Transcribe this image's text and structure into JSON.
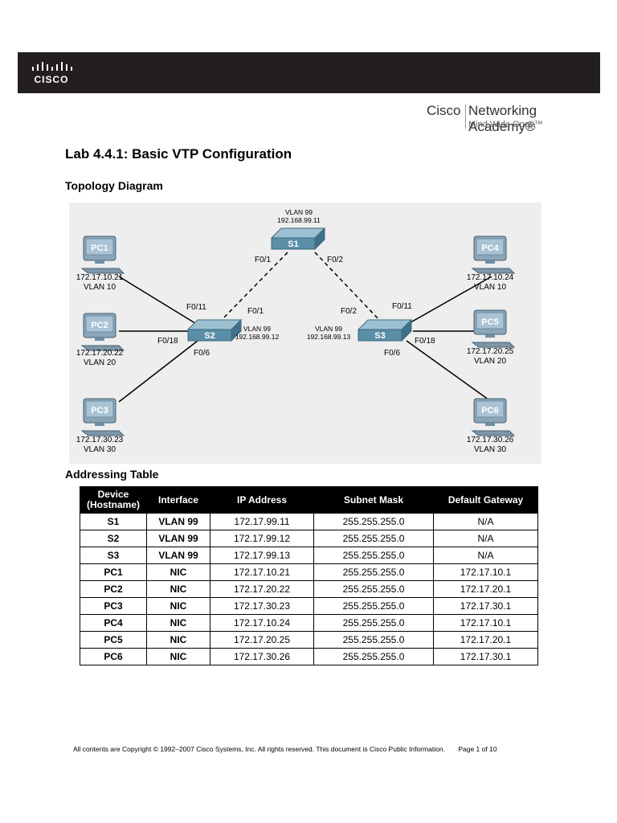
{
  "header": {
    "logo_text": "CISCO",
    "academy_cisco": "Cisco",
    "academy_name": "Networking Academy®",
    "academy_tagline": "Mind Wide Open™"
  },
  "title": "Lab 4.4.1: Basic VTP Configuration",
  "topology_heading": "Topology Diagram",
  "topology": {
    "switches": [
      {
        "name": "S1",
        "vlan": "VLAN 99",
        "ip": "192.168.99.11"
      },
      {
        "name": "S2",
        "vlan": "VLAN 99",
        "ip": "192.168.99.12"
      },
      {
        "name": "S3",
        "vlan": "VLAN 99",
        "ip": "192.168.99.13"
      }
    ],
    "pcs": [
      {
        "name": "PC1",
        "ip": "172.17.10.21",
        "vlan": "VLAN 10"
      },
      {
        "name": "PC2",
        "ip": "172.17.20.22",
        "vlan": "VLAN 20"
      },
      {
        "name": "PC3",
        "ip": "172.17.30.23",
        "vlan": "VLAN 30"
      },
      {
        "name": "PC4",
        "ip": "172.17.10.24",
        "vlan": "VLAN 10"
      },
      {
        "name": "PC5",
        "ip": "172.17.20.25",
        "vlan": "VLAN 20"
      },
      {
        "name": "PC6",
        "ip": "172.17.30.26",
        "vlan": "VLAN 30"
      }
    ],
    "ports": {
      "s1_left": "F0/1",
      "s1_right": "F0/2",
      "s2_up": "F0/1",
      "s2_pc1": "F0/11",
      "s2_pc2": "F0/18",
      "s2_pc3": "F0/6",
      "s3_up": "F0/2",
      "s3_pc4": "F0/11",
      "s3_pc5": "F0/18",
      "s3_pc6": "F0/6"
    }
  },
  "addressing_heading": "Addressing Table",
  "table": {
    "headers": [
      "Device\n(Hostname)",
      "Interface",
      "IP Address",
      "Subnet Mask",
      "Default Gateway"
    ],
    "rows": [
      [
        "S1",
        "VLAN 99",
        "172.17.99.11",
        "255.255.255.0",
        "N/A"
      ],
      [
        "S2",
        "VLAN 99",
        "172.17.99.12",
        "255.255.255.0",
        "N/A"
      ],
      [
        "S3",
        "VLAN 99",
        "172.17.99.13",
        "255.255.255.0",
        "N/A"
      ],
      [
        "PC1",
        "NIC",
        "172.17.10.21",
        "255.255.255.0",
        "172.17.10.1"
      ],
      [
        "PC2",
        "NIC",
        "172.17.20.22",
        "255.255.255.0",
        "172.17.20.1"
      ],
      [
        "PC3",
        "NIC",
        "172.17.30.23",
        "255.255.255.0",
        "172.17.30.1"
      ],
      [
        "PC4",
        "NIC",
        "172.17.10.24",
        "255.255.255.0",
        "172.17.10.1"
      ],
      [
        "PC5",
        "NIC",
        "172.17.20.25",
        "255.255.255.0",
        "172.17.20.1"
      ],
      [
        "PC6",
        "NIC",
        "172.17.30.26",
        "255.255.255.0",
        "172.17.30.1"
      ]
    ]
  },
  "footer": {
    "copyright": "All contents are Copyright © 1992–2007 Cisco Systems, Inc. All rights reserved. This document is Cisco Public Information.",
    "page": "Page 1 of 10"
  },
  "colors": {
    "header_bg": "#231f20",
    "switch": "#5b8fa8",
    "table_header": "#000000"
  }
}
